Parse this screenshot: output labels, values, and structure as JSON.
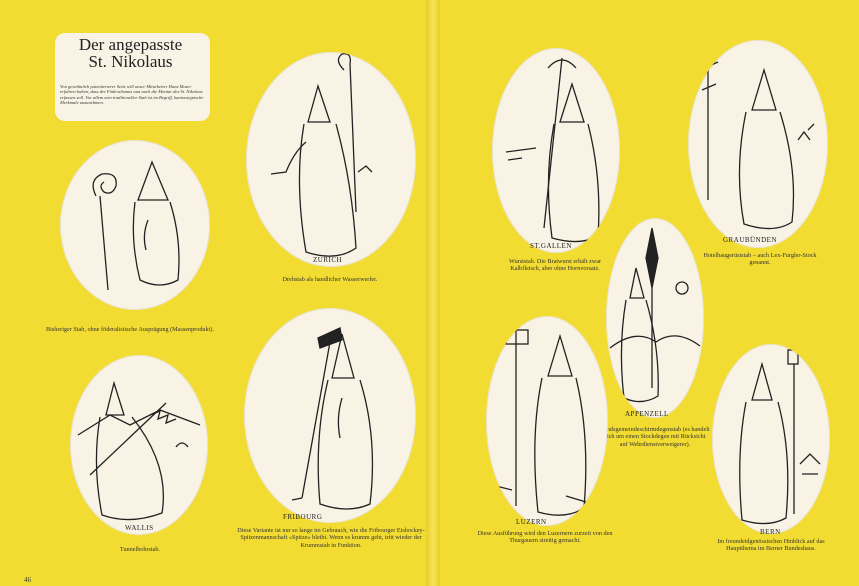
{
  "header": {
    "title_line1": "Der angepasste",
    "title_line2": "St. Nikolaus",
    "intro": "Von gewöhnlich patentierterer Seite will unser Mitarbeiter Hans Moser erfahren haben, dass der Föderalismus nun auch die Montur des St. Nikolaus erfassen soll. Vor allem sein traditioneller Stab ist im Begriff, kantonstypische Merkmale anzunehmen."
  },
  "figures": [
    {
      "id": "generic",
      "label": "",
      "caption": "Bisheriger Stab, ohne föderalistische Ausprägung (Massenprodukt)."
    },
    {
      "id": "zurich",
      "label": "ZURICH",
      "caption": "Drehstab als handlicher Wasserwerfer."
    },
    {
      "id": "wallis",
      "label": "WALLIS",
      "caption": "Tunnelbohrstab."
    },
    {
      "id": "fribourg",
      "label": "FRIBOURG",
      "caption": "Diese Variante ist nur so lange im Gebrauch, wie die Fribourger Eishockey-Spitzenmannschaft «Spitze» bleibt. Wenn es krumm geht, tritt wieder der Krummstab in Funktion."
    },
    {
      "id": "stgallen",
      "label": "ST.GALLEN",
      "caption": "Wurststab. Die Bratwurst erhält zwar Kalbfleisch, aber ohne Hornvorsatz."
    },
    {
      "id": "graubunden",
      "label": "GRAUBÜNDEN",
      "caption": "Hotelbaugerüststab – auch Lex-Furgler-Stock genannt."
    },
    {
      "id": "appenzell",
      "label": "APPENZELL",
      "caption": "Landsgemeindeschirmdegenstab (es handelt sich um einen Stockdegen mit Rücksicht auf Wehrdienstverweigerer)."
    },
    {
      "id": "luzern",
      "label": "LUZERN",
      "caption": "Diese Ausführung wird den Luzernern zurzeit von den Thurgauern streitig gemacht."
    },
    {
      "id": "bern",
      "label": "BERN",
      "caption": "Im freundeidgenössischen Hinblick auf das Hauptthema im Berner Bundeshaus."
    }
  ],
  "page_number": "46",
  "colors": {
    "page": "#f2dc32",
    "oval": "#f8f3e4",
    "ink": "#222222"
  }
}
